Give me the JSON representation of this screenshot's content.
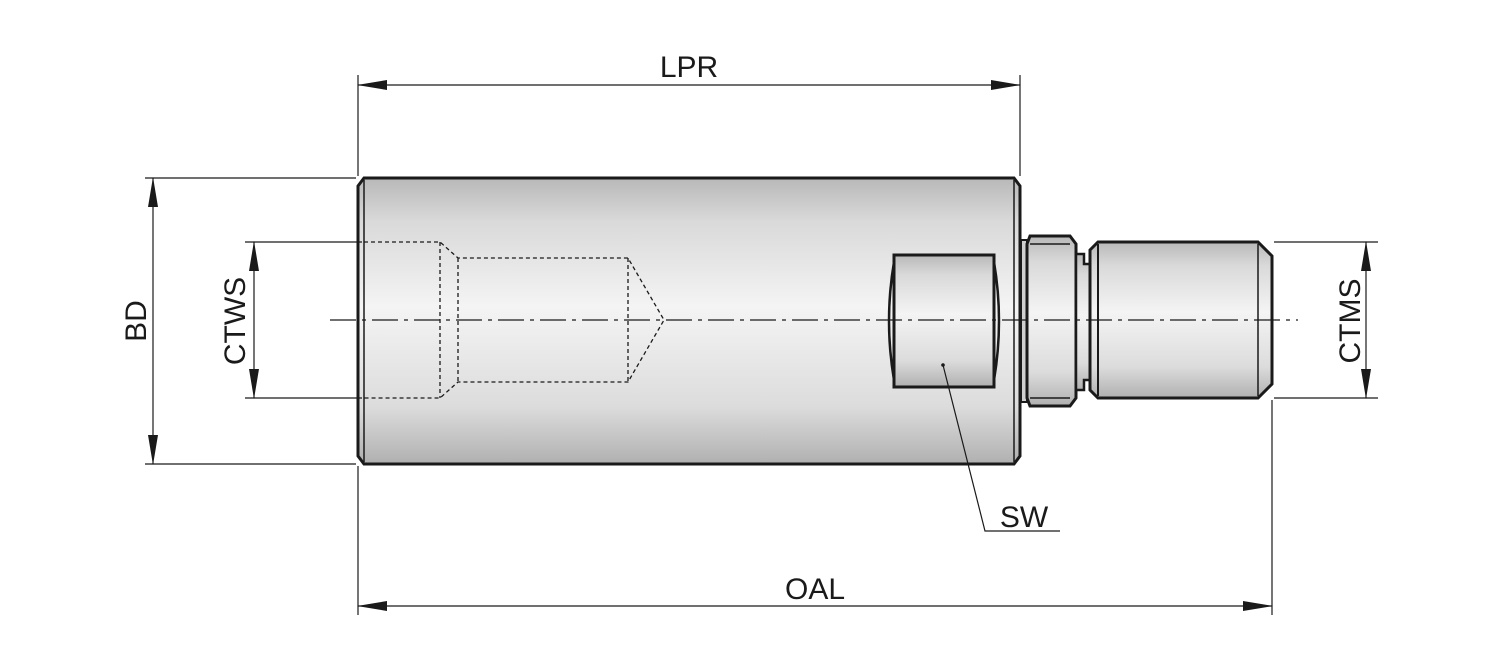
{
  "labels": {
    "lpr": "LPR",
    "oal": "OAL",
    "bd": "BD",
    "ctws": "CTWS",
    "ctms": "CTMS",
    "sw": "SW"
  },
  "colors": {
    "line": "#1a1a1a",
    "body_light": "#f2f2f2",
    "body_mid": "#d6d6d6",
    "body_dark": "#b4b4b4",
    "background": "#ffffff"
  }
}
